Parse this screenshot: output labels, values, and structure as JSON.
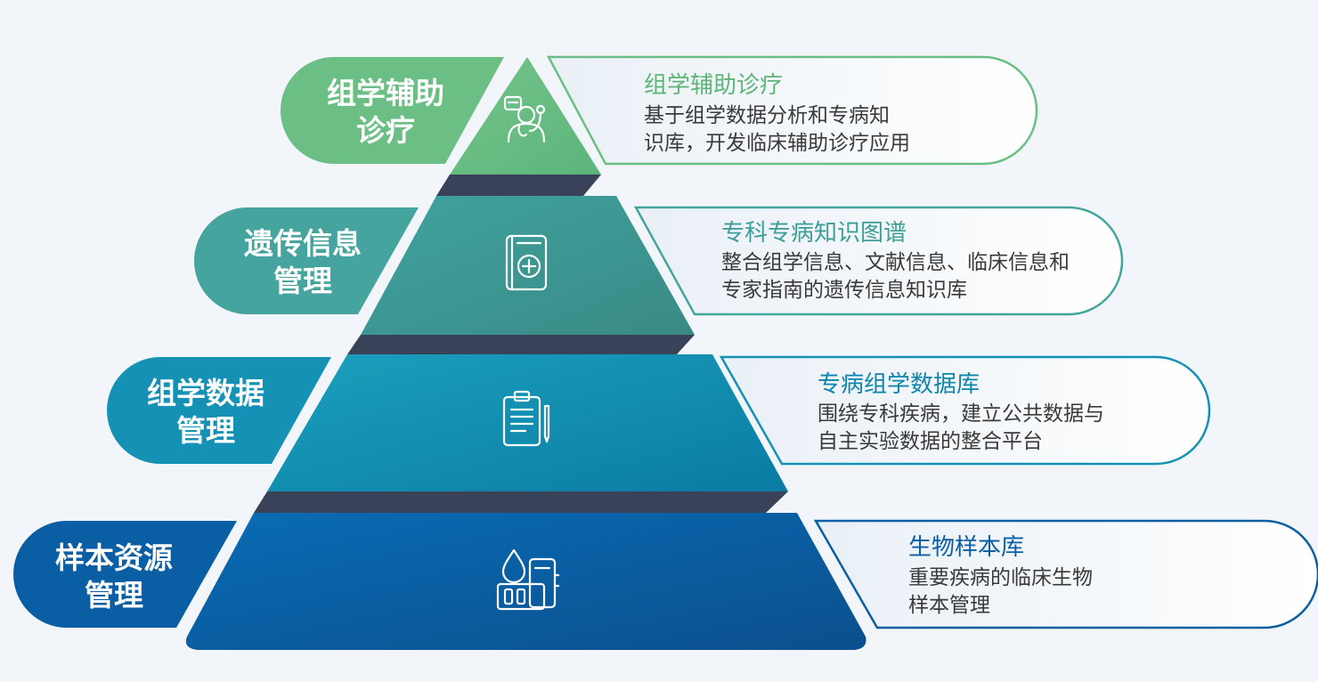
{
  "colors": {
    "tier1": "#6cbf84",
    "tier2": "#45a49d",
    "tier3": "#1591b5",
    "tier4": "#0a5ea4",
    "band": "#3a4259"
  },
  "tiers": [
    {
      "label_lines": [
        "组学辅助",
        "诊疗"
      ],
      "title": "组学辅助诊疗",
      "desc_lines": [
        "基于组学数据分析和专病知",
        "识库，开发临床辅助诊疗应用"
      ],
      "icon": "doctor-stethoscope-icon"
    },
    {
      "label_lines": [
        "遗传信息",
        "管理"
      ],
      "title": "专科专病知识图谱",
      "desc_lines": [
        "整合组学信息、文献信息、临床信息和",
        "专家指南的遗传信息知识库"
      ],
      "icon": "medical-book-icon"
    },
    {
      "label_lines": [
        "组学数据",
        "管理"
      ],
      "title": "专病组学数据库",
      "desc_lines": [
        "围绕专科疾病，建立公共数据与",
        "自主实验数据的整合平台"
      ],
      "icon": "clipboard-icon"
    },
    {
      "label_lines": [
        "样本资源",
        "管理"
      ],
      "title": "生物样本库",
      "desc_lines": [
        "重要疾病的临床生物",
        "样本管理"
      ],
      "icon": "blood-sample-icon"
    }
  ]
}
